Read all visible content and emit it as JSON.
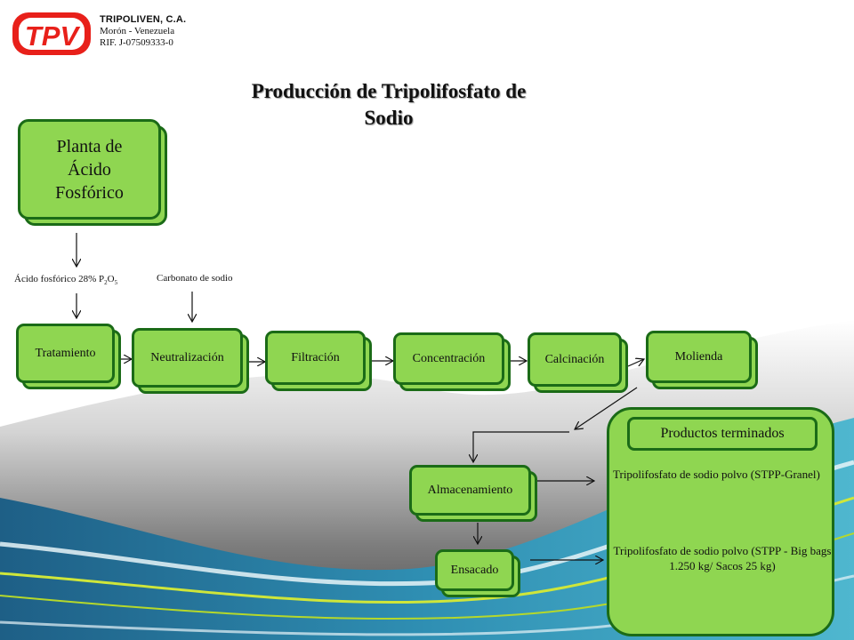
{
  "company": {
    "name": "TRIPOLIVEN,  C.A.",
    "location": "Morón - Venezuela",
    "rif": "RIF. J-07509333-0",
    "logo_text": "TPV",
    "logo_color": "#e8201a"
  },
  "title_line1": "Producción de Tripolifosfato de",
  "title_line2": "Sodio",
  "colors": {
    "box_fill": "#8fd651",
    "box_border": "#1b6b17"
  },
  "nodes": {
    "planta": {
      "line1": "Planta de",
      "line2": "Ácido",
      "line3": "Fosfórico"
    },
    "tratamiento": "Tratamiento",
    "neutralizacion": "Neutralización",
    "filtracion": "Filtración",
    "concentracion": "Concentración",
    "calcinacion": "Calcinación",
    "molienda": "Molienda",
    "almacenamiento": "Almacenamiento",
    "ensacado": "Ensacado"
  },
  "labels": {
    "acido_main": "Ácido fosfórico 28% P",
    "acido_sub1": "2",
    "acido_mid": "O",
    "acido_sub2": "5",
    "carbonato": "Carbonato de sodio"
  },
  "products": {
    "header": "Productos terminados",
    "item1": "Tripolifosfato de sodio polvo (STPP-Granel)",
    "item2": "Tripolifosfato de sodio polvo (STPP - Big bags 1.250 kg/ Sacos 25 kg)"
  }
}
